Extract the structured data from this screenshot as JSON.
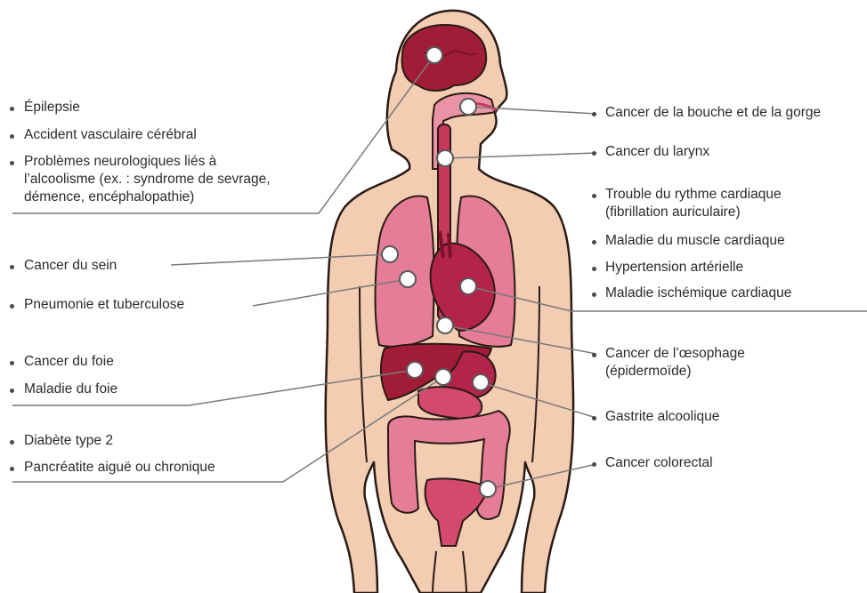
{
  "colors": {
    "skin": "#f2cdb2",
    "skin_outline": "#2a1a14",
    "organ_dark": "#a11d37",
    "organ_mid": "#c7395a",
    "organ_light": "#ea93a7",
    "organ_pale": "#f3b3c1",
    "leader_line": "#7a7a7a",
    "marker_fill": "#ffffff"
  },
  "left_labels": {
    "brain": [
      "Épilepsie",
      "Accident vasculaire cérébral",
      "Problèmes neurologiques liés à\nl’alcoolisme (ex. : syndrome de sevrage,\ndémence, encéphalopathie)"
    ],
    "breast": [
      "Cancer du sein"
    ],
    "lung": [
      "Pneumonie et tuberculose"
    ],
    "liver": [
      "Cancer du foie",
      "Maladie du foie"
    ],
    "pancreas": [
      "Diabète type 2",
      "Pancréatite aiguë ou chronique"
    ]
  },
  "right_labels": {
    "mouth": [
      "Cancer de la bouche et de la gorge"
    ],
    "larynx": [
      "Cancer du larynx"
    ],
    "heart": [
      "Trouble du rythme cardiaque\n(fibrillation auriculaire)",
      "Maladie du muscle cardiaque",
      "Hypertension artérielle",
      "Maladie ischémique cardiaque"
    ],
    "esophagus": [
      "Cancer de l’œsophage\n(épidermoïde)"
    ],
    "stomach": [
      "Gastrite alcoolique"
    ],
    "colon": [
      "Cancer colorectal"
    ]
  }
}
